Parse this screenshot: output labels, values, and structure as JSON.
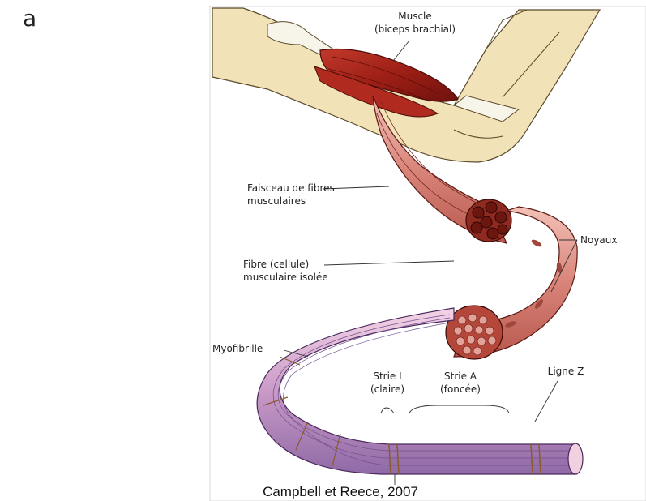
{
  "panel_letter": "a",
  "labels": {
    "muscle_1": "Muscle",
    "muscle_2": "(biceps brachial)",
    "bundle_1": "Faisceau de fibres",
    "bundle_2": "musculaires",
    "fiber_1": "Fibre (cellule)",
    "fiber_2": "musculaire isolée",
    "nuclei": "Noyaux",
    "myofibril": "Myofibrille",
    "band_i_1": "Strie I",
    "band_i_2": "(claire)",
    "band_a_1": "Strie A",
    "band_a_2": "(foncée)",
    "z_line": "Ligne Z"
  },
  "credit": "Campbell et Reece, 2007"
}
